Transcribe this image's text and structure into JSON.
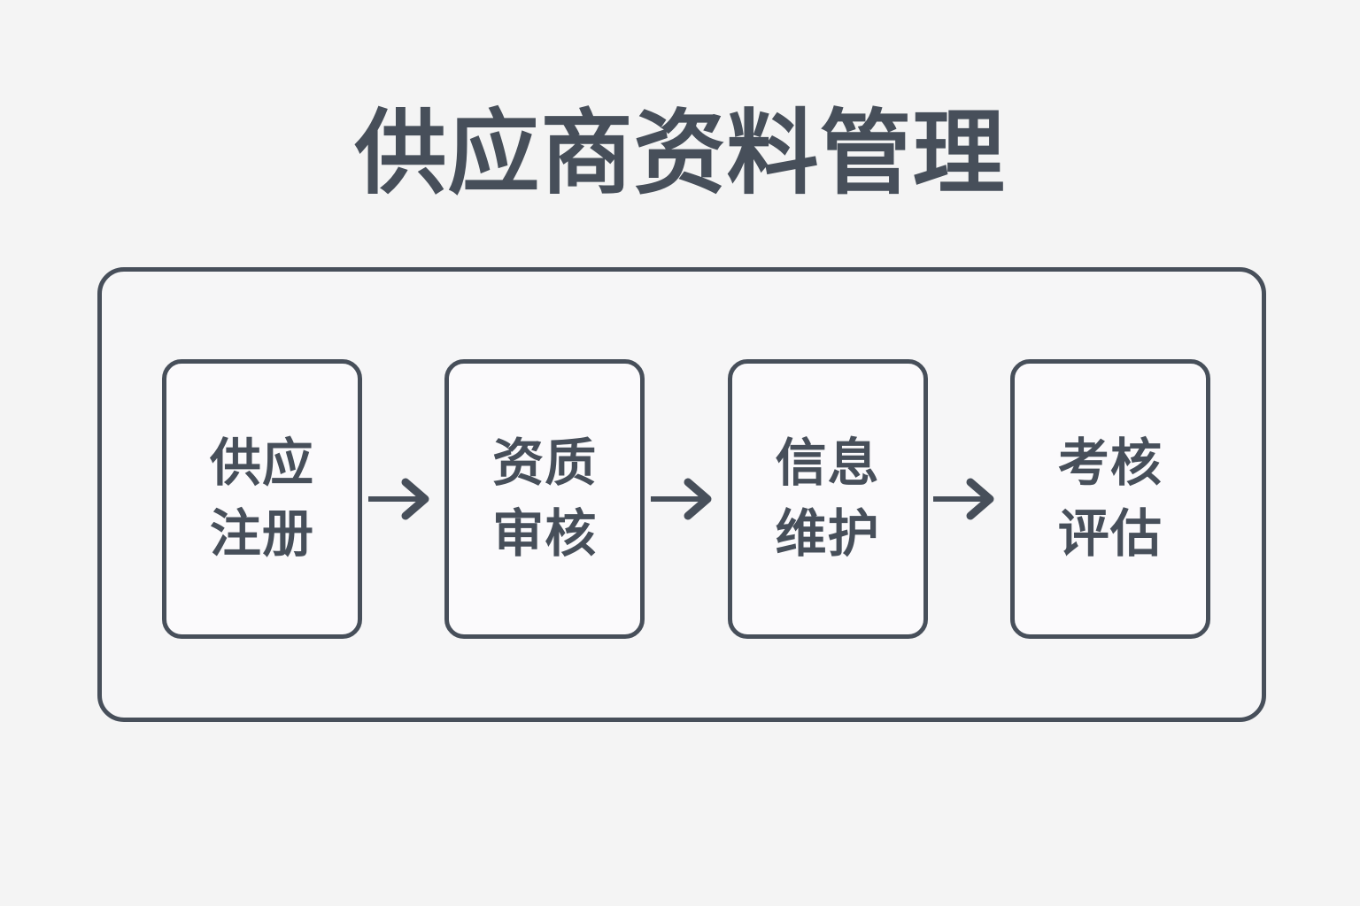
{
  "page": {
    "background_color": "#f4f4f4",
    "ink_color": "#474f5a",
    "box_fill_color": "#fbfafc"
  },
  "title": "供应商资料管理",
  "flow": {
    "type": "linear-process",
    "connector_icon": "arrow-right-icon",
    "steps": [
      {
        "id": "step-1",
        "line1": "供应",
        "line2": "注册",
        "full_label": "供应注册"
      },
      {
        "id": "step-2",
        "line1": "资质",
        "line2": "审核",
        "full_label": "资质审核"
      },
      {
        "id": "step-3",
        "line1": "信息",
        "line2": "维护",
        "full_label": "信息维护"
      },
      {
        "id": "step-4",
        "line1": "考核",
        "line2": "评估",
        "full_label": "考核评估"
      }
    ],
    "connectors": [
      {
        "id": "connector-1",
        "from": "供应注册",
        "to": "资质审核"
      },
      {
        "id": "connector-2",
        "from": "资质审核",
        "to": "信息维护"
      },
      {
        "id": "connector-3",
        "from": "信息维护",
        "to": "考核评估"
      }
    ]
  }
}
